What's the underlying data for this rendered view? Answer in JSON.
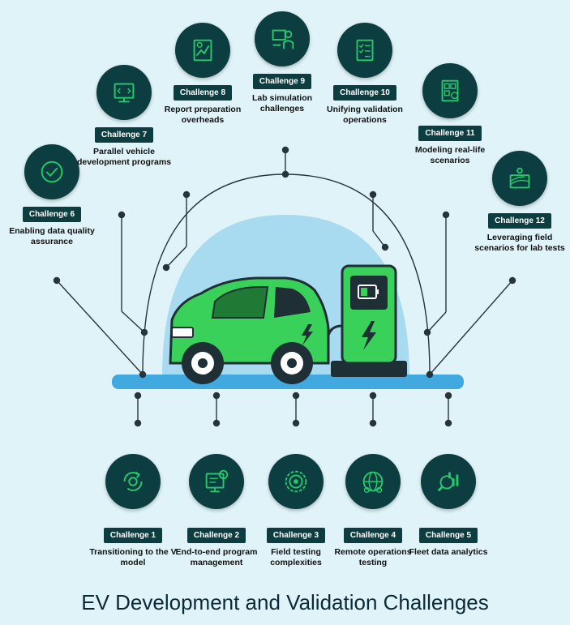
{
  "title": "EV Development and Validation Challenges",
  "colors": {
    "background": "#dff3f8",
    "badge": "#0c3d40",
    "car_green": "#3ad15a",
    "dome": "#a9dbf0",
    "road": "#42a8e0",
    "icon_line": "#27c96a"
  },
  "challenges_top": [
    {
      "badge": "Challenge 6",
      "text": "Enabling data quality assurance",
      "icon": "quality-badge-icon"
    },
    {
      "badge": "Challenge 7",
      "text": "Parallel vehicle development programs",
      "icon": "code-screen-icon"
    },
    {
      "badge": "Challenge 8",
      "text": "Report preparation overheads",
      "icon": "report-chart-icon"
    },
    {
      "badge": "Challenge 9",
      "text": "Lab simulation challenges",
      "icon": "lab-simulation-icon"
    },
    {
      "badge": "Challenge 10",
      "text": "Unifying validation operations",
      "icon": "checklist-icon"
    },
    {
      "badge": "Challenge 11",
      "text": "Modeling real-life scenarios",
      "icon": "scenario-model-icon"
    },
    {
      "badge": "Challenge 12",
      "text": "Leveraging field scenarios for lab tests",
      "icon": "field-landscape-icon"
    }
  ],
  "challenges_bottom": [
    {
      "badge": "Challenge 1",
      "text": "Transitioning to the V model",
      "icon": "cycle-gear-icon"
    },
    {
      "badge": "Challenge 2",
      "text": "End-to-end program management",
      "icon": "program-screen-icon"
    },
    {
      "badge": "Challenge 3",
      "text": "Field testing complexities",
      "icon": "target-gear-icon"
    },
    {
      "badge": "Challenge 4",
      "text": "Remote operations testing",
      "icon": "remote-globe-icon"
    },
    {
      "badge": "Challenge 5",
      "text": "Fleet data analytics",
      "icon": "data-search-icon"
    }
  ]
}
